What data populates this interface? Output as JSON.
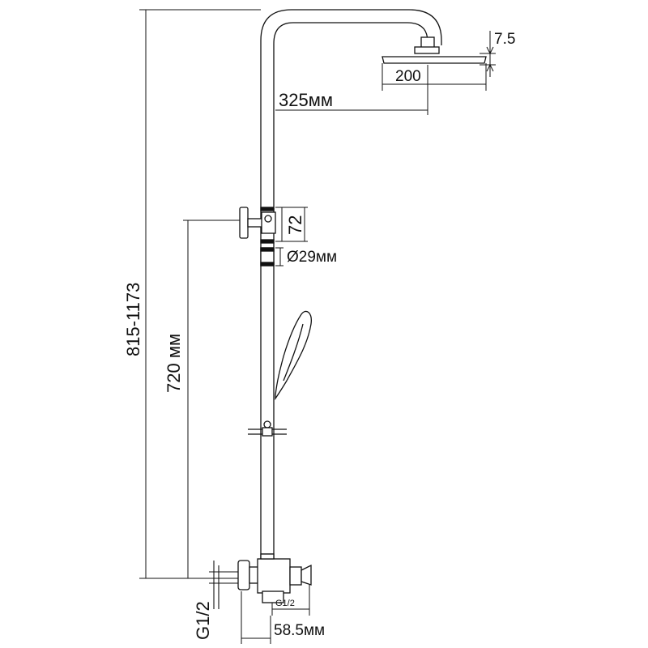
{
  "dimensions": {
    "head_thickness": "7.5",
    "head_diameter": "200",
    "arm_reach": "325мм",
    "holder_height": "72",
    "pipe_diameter": "Ø29мм",
    "total_height": "815-1173",
    "inlet_to_holder": "720 мм",
    "inlet_thread_left": "G1/2",
    "outlet_thread": "G1/2",
    "inlet_offset": "58.5мм"
  }
}
